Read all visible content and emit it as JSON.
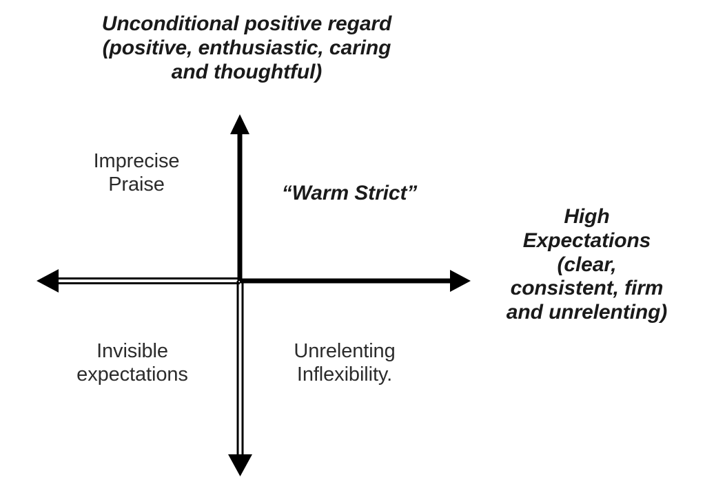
{
  "diagram": {
    "title": "Warm Strict quadrant diagram",
    "background_color": "#ffffff",
    "line_color": "#000000",
    "text_color": "#262626"
  },
  "axes": {
    "vertical": {
      "label_top": "Unconditional positive regard\n(positive, enthusiastic, caring\nand thoughtful)",
      "arrow_top": "arrow-up",
      "arrow_bottom": "arrow-down"
    },
    "horizontal": {
      "label_right": "High\nExpectations\n(clear,\nconsistent, firm\nand unrelenting)",
      "arrow_left": "arrow-left",
      "arrow_right": "arrow-right"
    }
  },
  "quadrants": {
    "top_left": "Imprecise\nPraise",
    "top_right": "“Warm Strict”",
    "bottom_left": "Invisible\nexpectations",
    "bottom_right": "Unrelenting\nInflexibility."
  }
}
